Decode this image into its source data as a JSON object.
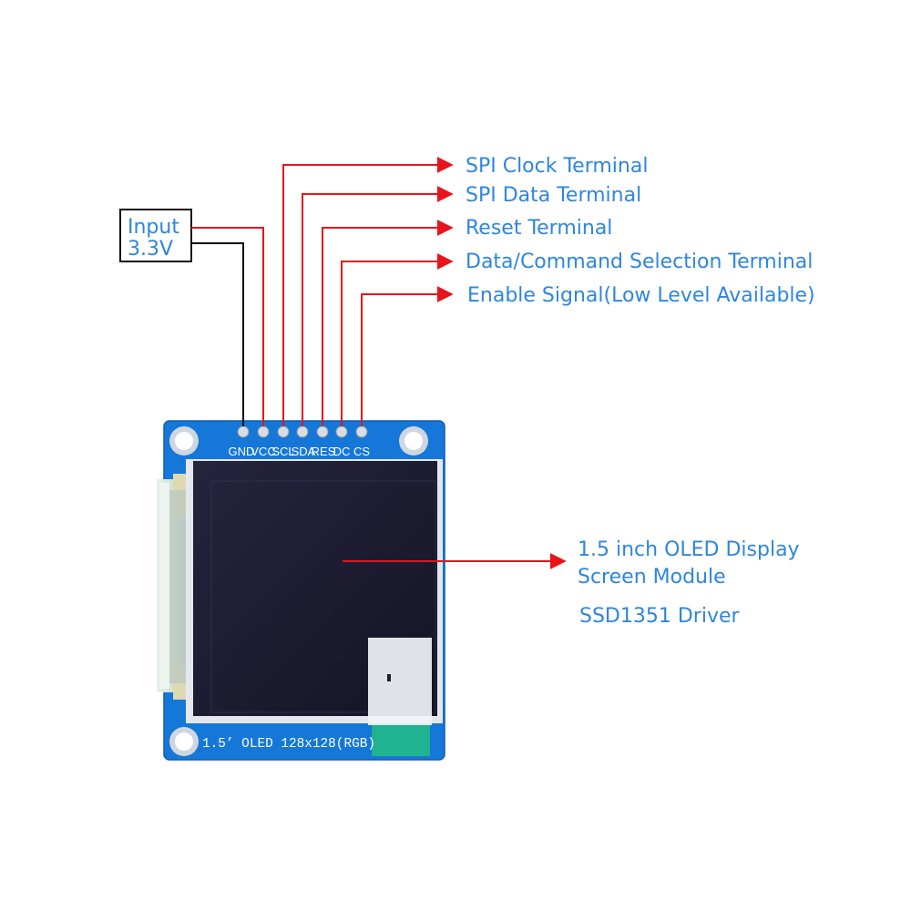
{
  "input_box": {
    "line1": "Input",
    "line2": "3.3V"
  },
  "terminals": [
    {
      "label": "SPI Clock Terminal"
    },
    {
      "label": "SPI Data Terminal"
    },
    {
      "label": "Reset Terminal"
    },
    {
      "label": "Data/Command Selection Terminal"
    },
    {
      "label": "Enable Signal(Low Level Available)"
    }
  ],
  "pins": [
    "GND",
    "VCC",
    "SCL",
    "SDA",
    "RES",
    "DC",
    "CS"
  ],
  "board": {
    "silkscreen": "1.5’ OLED 128x128(RGB)"
  },
  "module": {
    "line1": "1.5 inch OLED Display",
    "line2": "Screen Module",
    "driver": "SSD1351 Driver"
  },
  "colors": {
    "label_blue": "#2e86de",
    "arrow_red": "#e8141b",
    "pcb_blue": "#1577d8",
    "screen_dark": "#1c1b33",
    "teal_tab": "#1fb38f"
  }
}
